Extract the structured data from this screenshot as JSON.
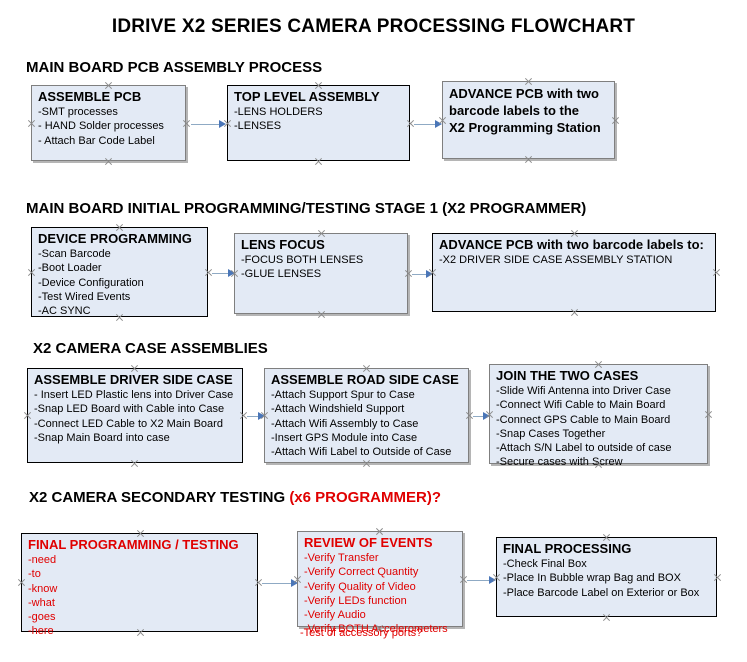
{
  "document": {
    "title": "IDRIVE X2  SERIES CAMERA PROCESSING FLOWCHART"
  },
  "colors": {
    "node_fill": "#e3eaf5",
    "node_border_black": "#000000",
    "node_border_gray": "#7f7f7f",
    "connector": "#8faac4",
    "arrow_head": "#4a76b8",
    "accent_red": "#e00000",
    "text": "#000000",
    "background": "#ffffff"
  },
  "sections": [
    {
      "heading": "MAIN BOARD PCB ASSEMBLY PROCESS",
      "heading_accent": "",
      "nodes": [
        {
          "title": "ASSEMBLE PCB",
          "lines": [
            "-SMT processes",
            "- HAND Solder processes",
            "- Attach Bar Code Label"
          ]
        },
        {
          "title": "TOP LEVEL ASSEMBLY",
          "lines": [
            "-LENS HOLDERS",
            "-LENSES"
          ]
        },
        {
          "title": "ADVANCE PCB with two",
          "title_line2": "barcode labels to the",
          "title_line3": " X2 Programming Station",
          "lines": []
        }
      ]
    },
    {
      "heading": "MAIN BOARD INITIAL PROGRAMMING/TESTING STAGE 1 (X2 PROGRAMMER)",
      "heading_accent": "",
      "nodes": [
        {
          "title": "DEVICE PROGRAMMING",
          "lines": [
            "-Scan Barcode",
            "-Boot Loader",
            "-Device Configuration",
            "-Test Wired Events",
            "-AC SYNC"
          ]
        },
        {
          "title": "LENS FOCUS",
          "lines": [
            "-FOCUS BOTH LENSES",
            "-GLUE LENSES"
          ]
        },
        {
          "title": "ADVANCE PCB with two barcode labels to:",
          "lines": [
            "-X2 DRIVER  SIDE  CASE  ASSEMBLY STATION"
          ]
        }
      ]
    },
    {
      "heading": "X2 CAMERA CASE ASSEMBLIES",
      "heading_accent": "",
      "nodes": [
        {
          "title": "ASSEMBLE DRIVER SIDE CASE",
          "lines": [
            "- Insert LED Plastic lens into Driver Case",
            "-Snap LED Board with Cable into Case",
            "-Connect LED Cable to X2 Main Board",
            "-Snap Main Board into case"
          ]
        },
        {
          "title": "ASSEMBLE ROAD SIDE CASE",
          "lines": [
            "-Attach Support Spur to Case",
            "-Attach Windshield Support",
            "-Attach Wifi Assembly to Case",
            "-Insert GPS Module into Case",
            "-Attach Wifi Label to Outside of Case"
          ]
        },
        {
          "title": "JOIN THE TWO CASES",
          "lines": [
            "-Slide Wifi Antenna into Driver Case",
            "-Connect Wifi Cable to Main Board",
            "-Connect GPS Cable to Main Board",
            "-Snap Cases Together",
            "-Attach S/N Label to outside of case",
            "-Secure cases with Screw"
          ]
        }
      ]
    },
    {
      "heading": "X2 CAMERA SECONDARY TESTING ",
      "heading_accent": "(x6 PROGRAMMER)?",
      "nodes": [
        {
          "title": "FINAL PROGRAMMING / TESTING",
          "lines": [
            "-need",
            "-to",
            "-know",
            "-what",
            "-goes",
            "-here"
          ]
        },
        {
          "title": "REVIEW OF EVENTS",
          "lines": [
            "-Verify Transfer",
            "-Verify Correct Quantity",
            "-Verify Quality of Video",
            "-Verify LEDs function",
            "-Verify Audio",
            "-Verify BOTH Accelerometers"
          ],
          "overflow_line": "-Test of accessory ports?"
        },
        {
          "title": "FINAL PROCESSING",
          "lines": [
            " -Check Final Box",
            "-Place In Bubble wrap Bag and BOX",
            "-Place Barcode Label on Exterior or Box"
          ]
        }
      ]
    }
  ]
}
